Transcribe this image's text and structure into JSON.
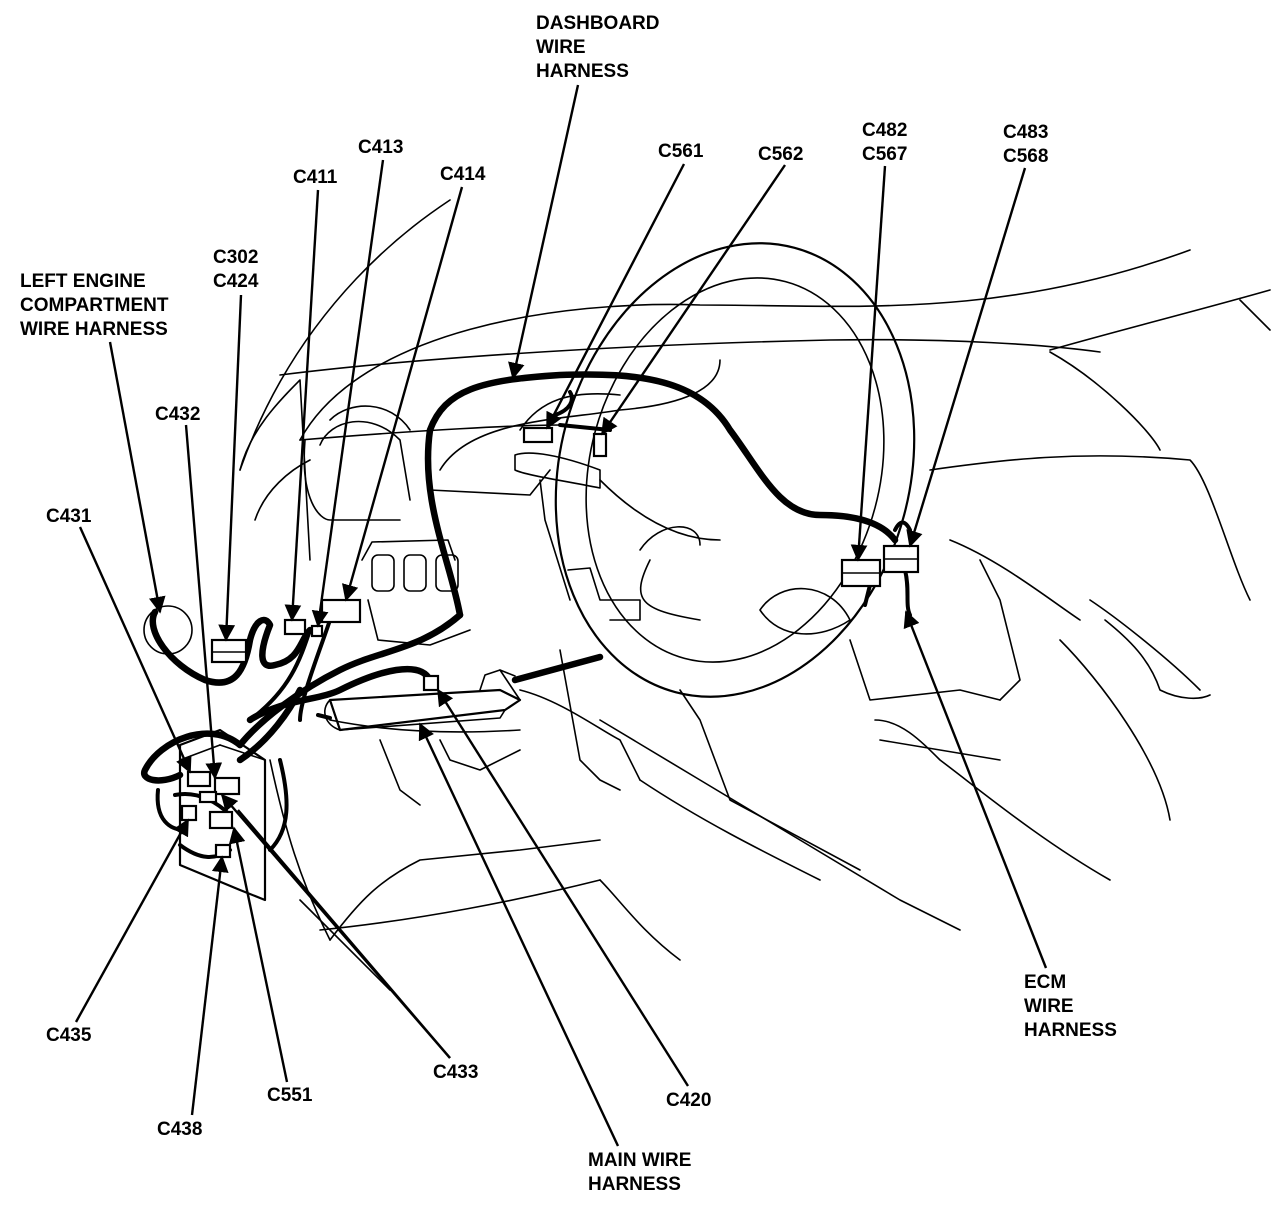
{
  "labels": {
    "dashboard_harness": [
      "DASHBOARD",
      "WIRE",
      "HARNESS"
    ],
    "left_engine_harness": [
      "LEFT ENGINE",
      "COMPARTMENT",
      "WIRE HARNESS"
    ],
    "ecm_harness": [
      "ECM",
      "WIRE",
      "HARNESS"
    ],
    "main_harness": [
      "MAIN WIRE",
      "HARNESS"
    ],
    "c302_c424": [
      "C302",
      "C424"
    ],
    "c482_c567": [
      "C482",
      "C567"
    ],
    "c483_c568": [
      "C483",
      "C568"
    ],
    "c411": "C411",
    "c413": "C413",
    "c414": "C414",
    "c561": "C561",
    "c562": "C562",
    "c432": "C432",
    "c431": "C431",
    "c435": "C435",
    "c438": "C438",
    "c551": "C551",
    "c433": "C433",
    "c420": "C420"
  }
}
